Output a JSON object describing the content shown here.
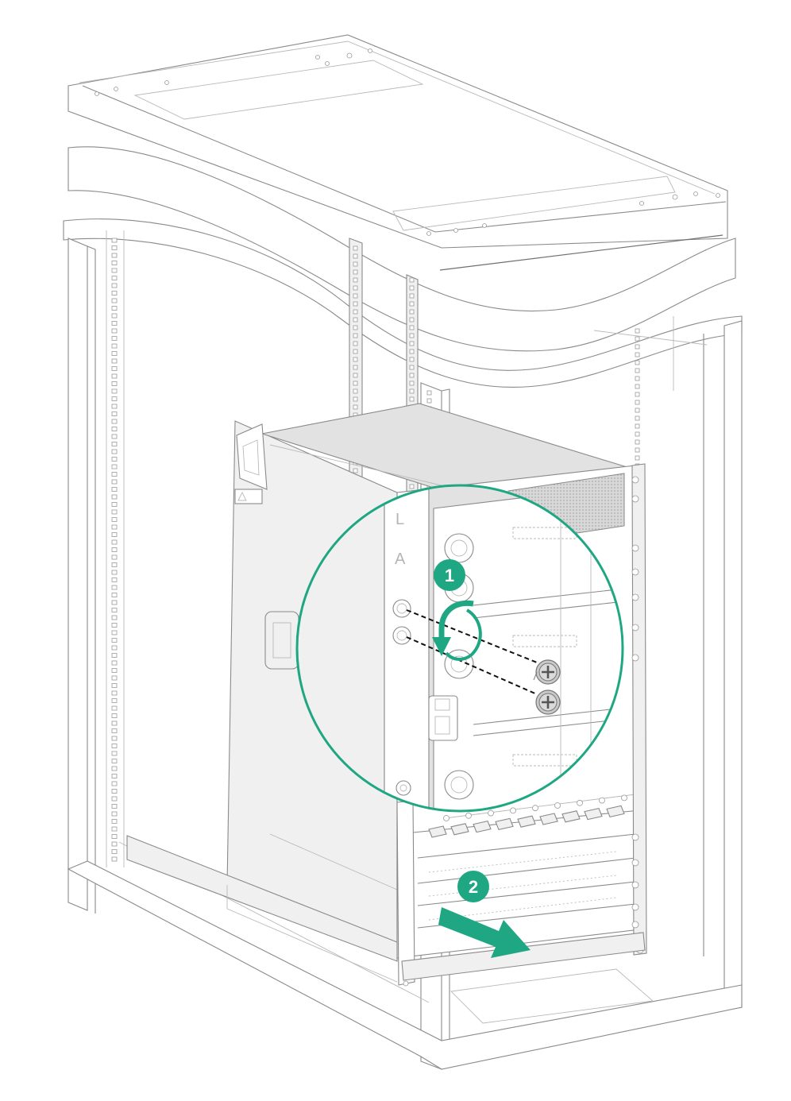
{
  "diagram": {
    "accent_color": "#1fa784",
    "line_color": "#8a8a8a",
    "steps": [
      {
        "id": "step-1",
        "number": "1",
        "action": "loosen-captive-screws"
      },
      {
        "id": "step-2",
        "number": "2",
        "action": "pull-out-chassis"
      }
    ],
    "panel_labels": {
      "letter_l": "L",
      "letter_a": "A"
    },
    "icons": [
      "rotate-counterclockwise-icon",
      "pull-arrow-icon",
      "screw-icon",
      "magnifier-circle-icon"
    ]
  }
}
